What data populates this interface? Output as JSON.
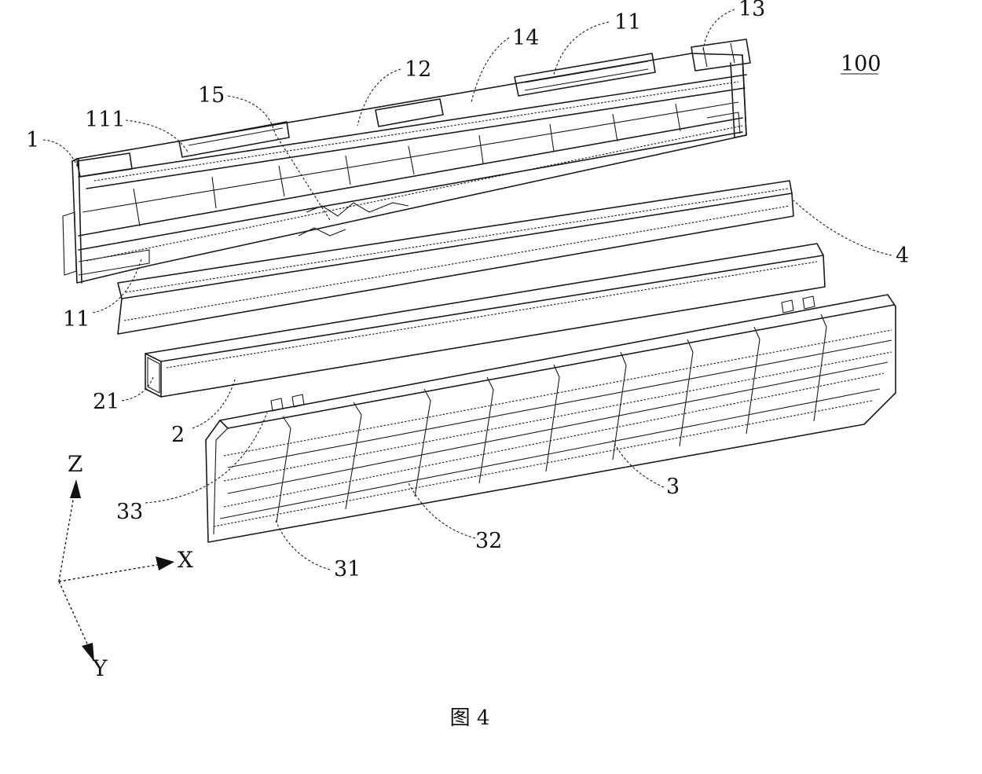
{
  "figure": {
    "caption": "图 4",
    "assembly_ref": "100"
  },
  "labels": {
    "l1": "1",
    "l111": "111",
    "l15": "15",
    "l12": "12",
    "l14": "14",
    "l11_top": "11",
    "l13": "13",
    "l4": "4",
    "l11_bottom": "11",
    "l21": "21",
    "l2": "2",
    "l3": "3",
    "l33": "33",
    "l32": "32",
    "l31": "31"
  },
  "axes": {
    "x": "X",
    "y": "Y",
    "z": "Z"
  }
}
